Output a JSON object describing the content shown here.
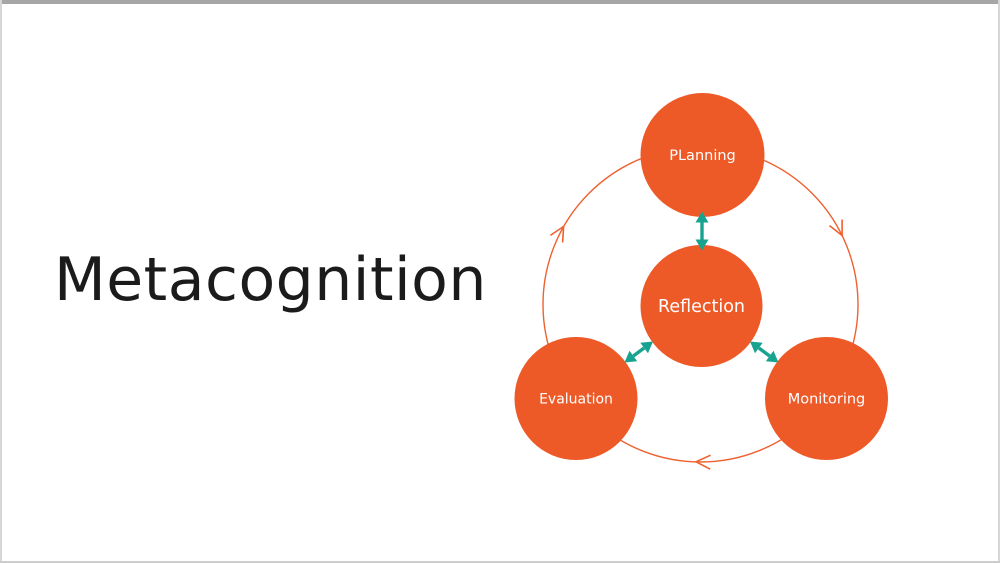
{
  "window": {
    "background": "#ffffff",
    "top_edge_color": "#a6a6a6",
    "side_edge_color": "#d6d6d6",
    "bottom_edge_color": "#cdcdcd"
  },
  "title": {
    "text": "Metacognition",
    "color": "#1b1b1b"
  },
  "diagram": {
    "type": "cycle",
    "cycle_direction": "clockwise",
    "node_fill": "#ED5A28",
    "ring_color": "#EE6130",
    "arrow_color": "#18A290",
    "label_color": "#ffffff",
    "nodes": {
      "planning": {
        "label": "PLanning"
      },
      "reflection": {
        "label": "Reflection"
      },
      "evaluation": {
        "label": "Evaluation"
      },
      "monitoring": {
        "label": "Monitoring"
      }
    }
  }
}
